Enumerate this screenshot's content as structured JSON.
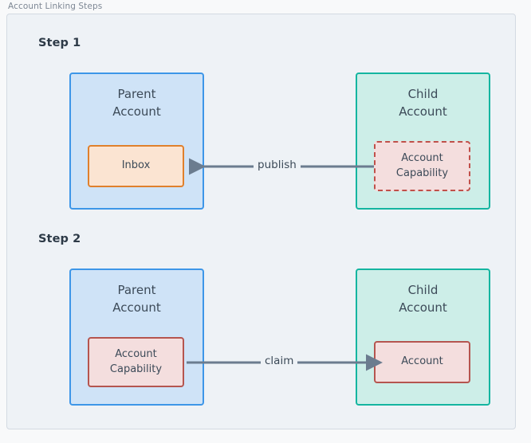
{
  "frame": {
    "caption": "Account Linking Steps"
  },
  "steps": [
    {
      "heading": "Step 1",
      "parent": {
        "title": "Parent\nAccount",
        "resource": {
          "label": "Inbox",
          "style": "inbox"
        }
      },
      "child": {
        "title": "Child\nAccount",
        "resource": {
          "label": "Account\nCapability",
          "style": "capability-dashed"
        }
      },
      "edge": {
        "label": "publish",
        "direction": "child-to-parent"
      }
    },
    {
      "heading": "Step 2",
      "parent": {
        "title": "Parent\nAccount",
        "resource": {
          "label": "Account\nCapability",
          "style": "capability-solid"
        }
      },
      "child": {
        "title": "Child\nAccount",
        "resource": {
          "label": "Account",
          "style": "capability-solid"
        }
      },
      "edge": {
        "label": "claim",
        "direction": "parent-to-child"
      }
    }
  ],
  "colors": {
    "page_background": "#f8f9fa",
    "panel_background": "#eef2f6",
    "panel_border": "#d3dae2",
    "caption_text": "#7d8794",
    "heading_text": "#2d3a47",
    "parent_fill": "#cfe3f7",
    "parent_border": "#3d96e8",
    "child_fill": "#cdeee8",
    "child_border": "#14b5a0",
    "inbox_fill": "#fbe4d2",
    "inbox_border": "#e0802c",
    "capability_fill": "#f4dede",
    "capability_border": "#b5554f",
    "arrow": "#6b7c8f",
    "body_text": "#3c4a58"
  }
}
